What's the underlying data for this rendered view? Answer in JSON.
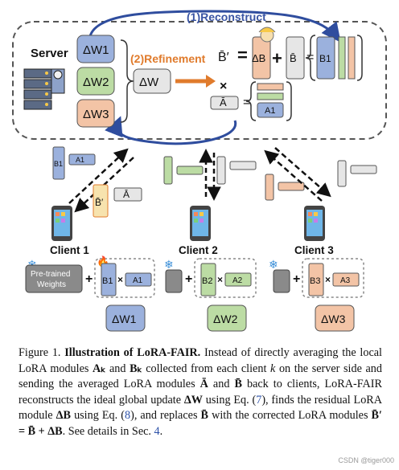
{
  "figure": {
    "reconstruct_label": "(1)Reconstruct",
    "refinement_label": "(2)Refinement",
    "server_label": "Server",
    "server_deltas": [
      "ΔW1",
      "ΔW2",
      "ΔW3"
    ],
    "delta_w": "ΔW",
    "b_prime": "B̄′",
    "delta_b": "ΔB",
    "b_bar": "B̄",
    "a_bar": "Ā",
    "b1": "B1",
    "a1": "A1",
    "clients": [
      {
        "name": "Client 1",
        "b": "B1",
        "a": "A1",
        "delta": "ΔW1",
        "color": "#9bb1dd"
      },
      {
        "name": "Client 2",
        "b": "B2",
        "a": "A2",
        "delta": "ΔW2",
        "color": "#bcdca4"
      },
      {
        "name": "Client 3",
        "b": "B3",
        "a": "A3",
        "delta": "ΔW3",
        "color": "#f3c4a6"
      }
    ],
    "pretrained_label": "Pre-trained Weights",
    "colors": {
      "blue": "#9bb1dd",
      "green": "#bcdca4",
      "orange": "#f3c4a6",
      "gray": "#e6e6e6",
      "title_blue": "#3a55a4",
      "refine_orange": "#e07b2c"
    }
  },
  "caption": {
    "lead": "Figure 1. ",
    "title": "Illustration of LoRA-FAIR.",
    "p1": " Instead of directly averaging the local LoRA modules ",
    "ak": "Aₖ",
    "and1": " and ",
    "bk": "Bₖ",
    "p2": " collected from each client ",
    "k": "k",
    "p3": " on the server side and sending the averaged LoRA modules ",
    "abar": "Ā",
    "and2": " and ",
    "bbar": "B̄",
    "p4": " back to clients, LoRA-FAIR reconstructs the ideal global update ",
    "dw": "ΔW",
    "p5": " using Eq. (",
    "eq7": "7",
    "p6": "), finds the residual LoRA module ",
    "db": "ΔB",
    "p7": " using Eq. (",
    "eq8": "8",
    "p8": "), and replaces ",
    "bbar2": "B̄",
    "p9": " with the corrected LoRA modules ",
    "formula": "B̄′ = B̄ + ΔB",
    "p10": ". See details in Sec. ",
    "sec": "4",
    "p11": "."
  },
  "watermark": "CSDN @tiger000"
}
